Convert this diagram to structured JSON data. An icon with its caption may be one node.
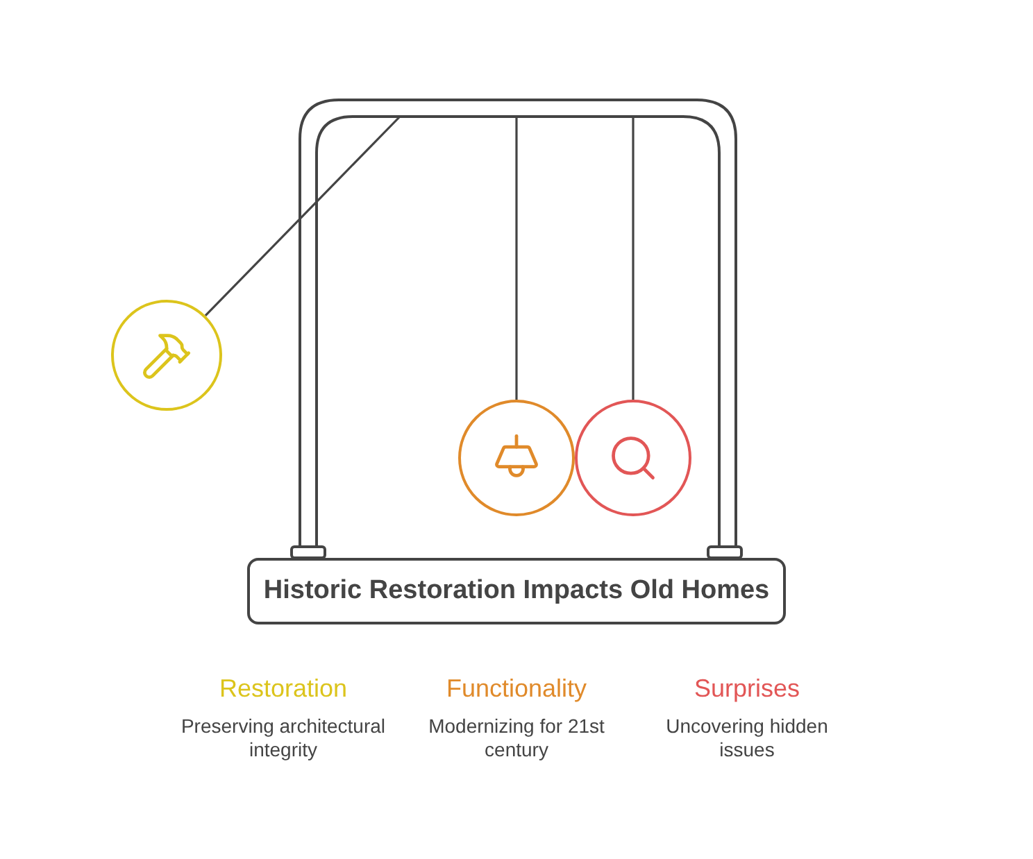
{
  "diagram": {
    "nodes": [
      {
        "text": [
          "Historic Restoration Impacts Old Homes"
        ]
      },
      {
        "text": [],
        "shape": "circle"
      },
      {
        "text": [],
        "shape": "circle"
      },
      {
        "text": [],
        "shape": "circle"
      }
    ],
    "edges": [
      {
        "from": null,
        "to": 1,
        "arrow": "none"
      },
      {
        "from": null,
        "to": 2,
        "arrow": "none"
      },
      {
        "from": null,
        "to": 3,
        "arrow": "none"
      }
    ],
    "labels": [
      "Restoration",
      "Preserving architectural integrity",
      "Functionality",
      "Modernizing for 21st century",
      "Surprises",
      "Uncovering hidden issues"
    ]
  }
}
